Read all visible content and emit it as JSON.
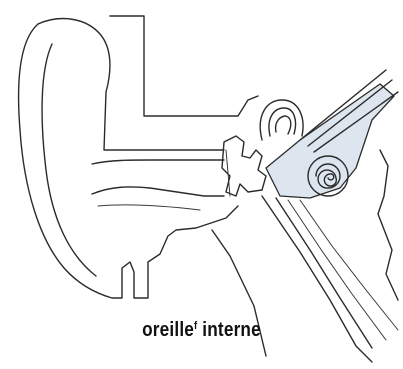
{
  "diagram": {
    "caption_main": "oreille",
    "caption_mark": "f",
    "caption_rest": " interne",
    "colors": {
      "line": "#2b2b2b",
      "highlight": "#dde6ef",
      "background": "#ffffff"
    }
  }
}
